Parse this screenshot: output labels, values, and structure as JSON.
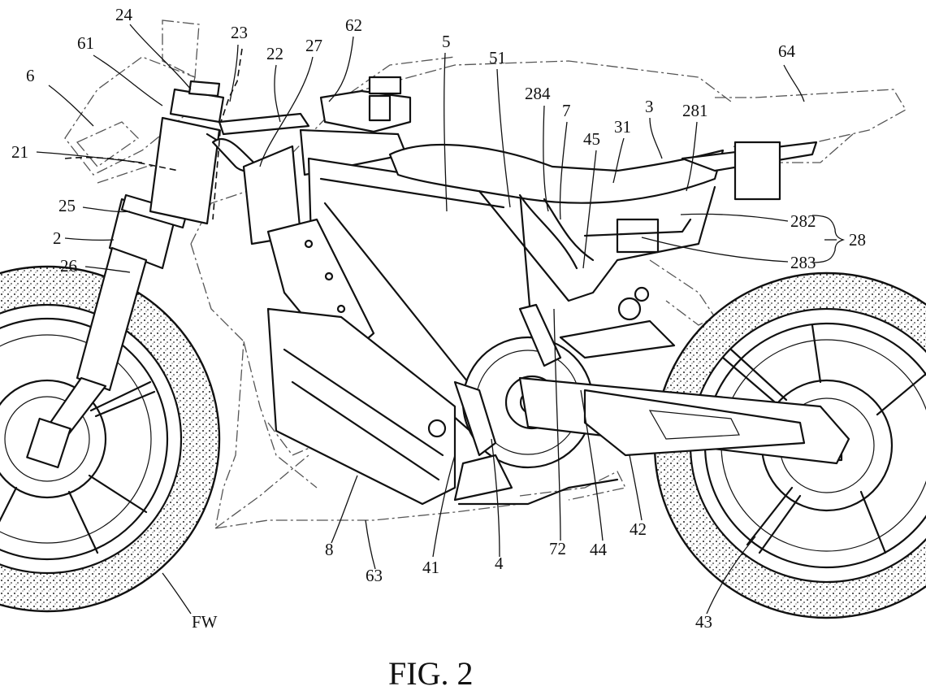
{
  "figure": {
    "caption": "FIG. 2",
    "labels": {
      "l24": "24",
      "l23": "23",
      "l61": "61",
      "l22": "22",
      "l27": "27",
      "l62": "62",
      "l5": "5",
      "l51": "51",
      "l64": "64",
      "l6": "6",
      "l284": "284",
      "l7": "7",
      "l3": "3",
      "l281": "281",
      "l31": "31",
      "l45": "45",
      "l21": "21",
      "l25": "25",
      "l282": "282",
      "l28": "28",
      "l2": "2",
      "l283": "283",
      "l26": "26",
      "l8": "8",
      "l63": "63",
      "l41": "41",
      "l4": "4",
      "l72": "72",
      "l44": "44",
      "l42": "42",
      "l43": "43",
      "lFW": "FW"
    }
  }
}
